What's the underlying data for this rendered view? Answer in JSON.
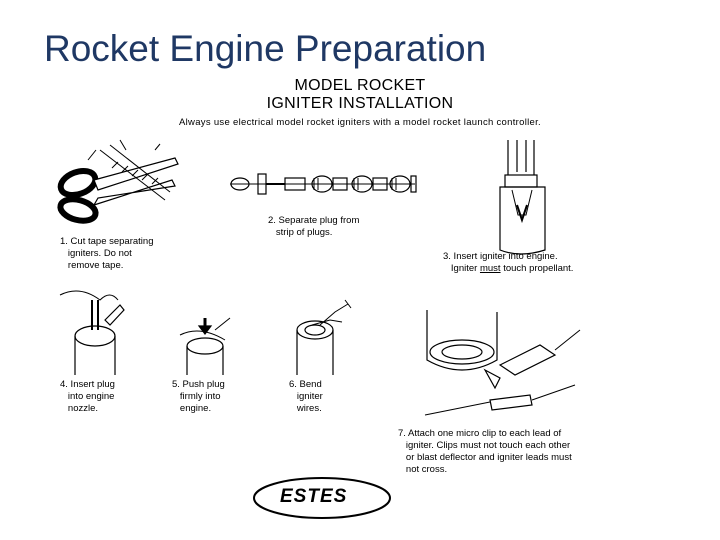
{
  "slide": {
    "title": "Rocket Engine Preparation"
  },
  "diagram": {
    "heading_line1": "MODEL ROCKET",
    "heading_line2": "IGNITER INSTALLATION",
    "warning": "Always use electrical model rocket igniters with a model rocket launch controller.",
    "steps": [
      {
        "text": "1. Cut tape separating\n   igniters. Do not\n   remove tape."
      },
      {
        "text": "2. Separate plug from\n   strip of plugs."
      },
      {
        "pre": "3. Insert igniter into engine.\n   Igniter ",
        "emph": "must",
        "post": " touch propellant."
      },
      {
        "text": "4. Insert plug\n   into engine\n   nozzle."
      },
      {
        "text": "5. Push plug\n   firmly into\n   engine."
      },
      {
        "text": "6. Bend\n   igniter\n   wires."
      },
      {
        "text": "7. Attach one micro clip to each lead of\n   igniter. Clips must not touch each other\n   or blast deflector and igniter leads must\n   not cross."
      }
    ],
    "logo_text": "ESTES"
  }
}
